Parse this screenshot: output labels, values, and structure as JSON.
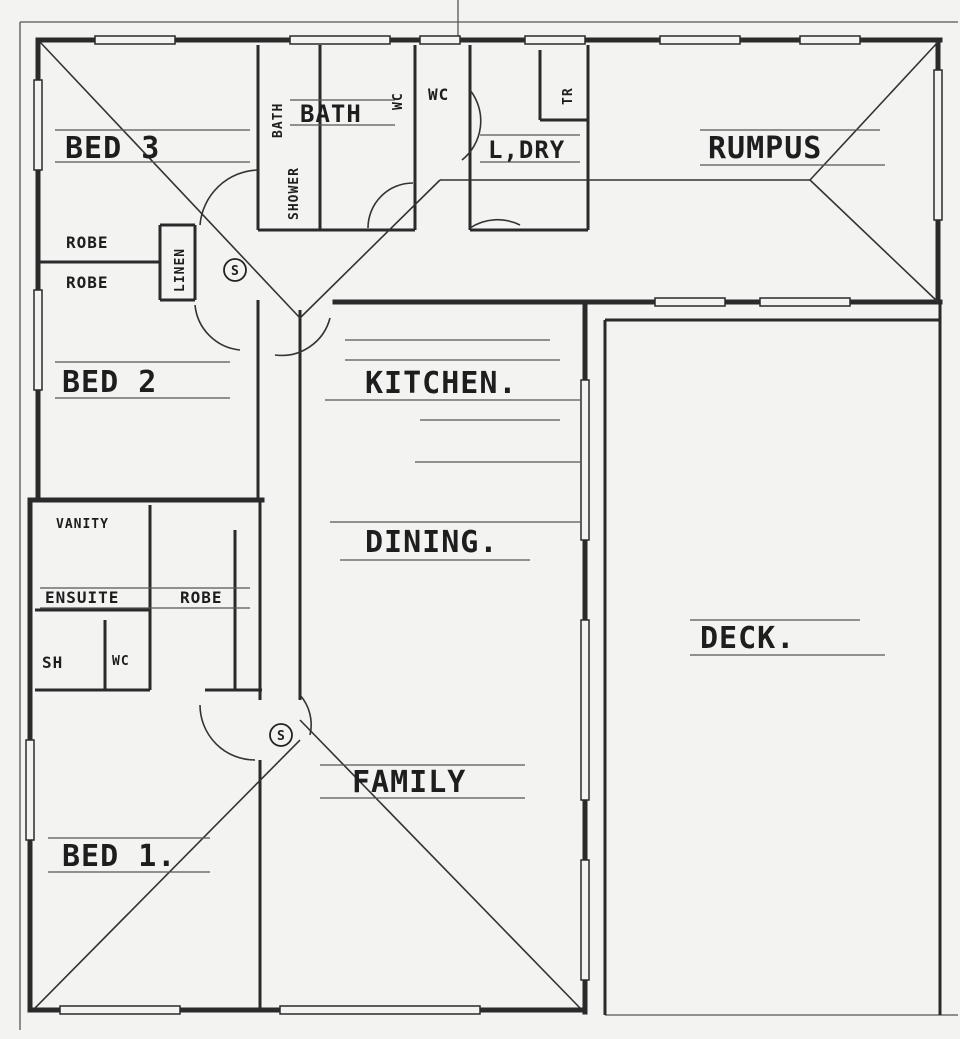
{
  "rooms": {
    "bed3": "BED 3",
    "bath": "BATH",
    "bath_side": "BATH",
    "shower": "SHOWER",
    "wc": "WC",
    "wc_sym": "WC",
    "laundry": "L,DRY",
    "tr": "TR",
    "rumpus": "RUMPUS",
    "robe_upper": "ROBE",
    "robe_lower": "ROBE",
    "linen": "LINEN",
    "bed2": "BED 2",
    "kitchen": "KITCHEN.",
    "vanity": "VANITY",
    "dining": "DINING.",
    "ensuite": "ENSUITE",
    "robe_ensuite": "ROBE",
    "sh": "SH",
    "wc_ensuite": "WC",
    "deck": "DECK.",
    "family": "FAMILY",
    "bed1": "BED 1.",
    "smoke1": "S",
    "smoke2": "S"
  }
}
